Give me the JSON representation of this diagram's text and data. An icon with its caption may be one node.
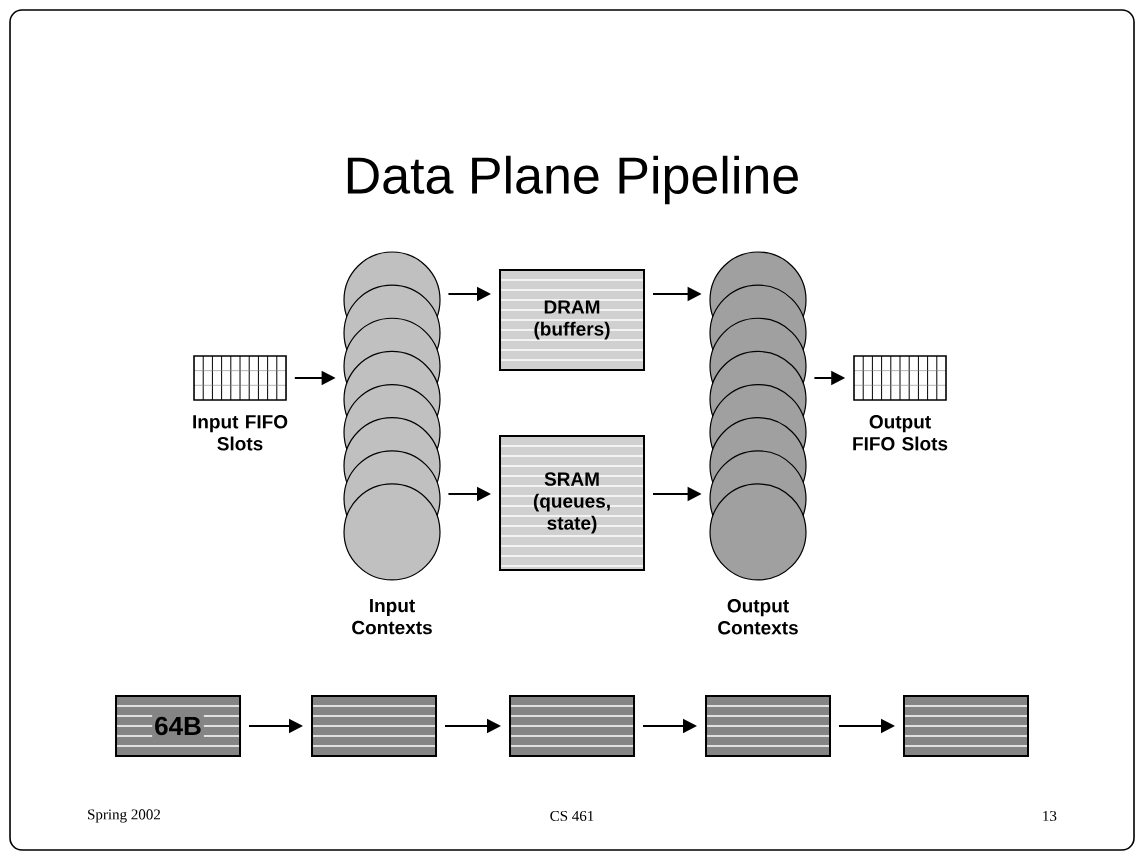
{
  "diagram": {
    "title": "Data Plane Pipeline",
    "nodes": [
      {
        "text": [
          "Input FIFO Slots"
        ]
      },
      {
        "text": [
          "Input Contexts"
        ]
      },
      {
        "text": [
          "DRAM (buffers)"
        ]
      },
      {
        "text": [
          "SRAM (queues, state)"
        ]
      },
      {
        "text": [
          "Output Contexts"
        ]
      },
      {
        "text": [
          "Output FIFO Slots"
        ]
      },
      {
        "text": [
          "64B"
        ]
      },
      {
        "text": [],
        "shape": "box"
      },
      {
        "text": [],
        "shape": "box"
      },
      {
        "text": [],
        "shape": "box"
      },
      {
        "text": [],
        "shape": "box"
      }
    ],
    "edges": [
      {
        "from": 0,
        "to": 1,
        "arrow": "to"
      },
      {
        "from": 1,
        "to": 2,
        "arrow": "to"
      },
      {
        "from": 1,
        "to": 3,
        "arrow": "to"
      },
      {
        "from": 2,
        "to": 4,
        "arrow": "to"
      },
      {
        "from": 3,
        "to": 4,
        "arrow": "to"
      },
      {
        "from": 4,
        "to": 5,
        "arrow": "to"
      },
      {
        "from": 6,
        "to": 7,
        "arrow": "to"
      },
      {
        "from": 7,
        "to": 8,
        "arrow": "to"
      },
      {
        "from": 8,
        "to": 9,
        "arrow": "to"
      },
      {
        "from": 9,
        "to": 10,
        "arrow": "to"
      }
    ],
    "labels": [
      "Spring 2002",
      "CS 461",
      "13"
    ]
  }
}
